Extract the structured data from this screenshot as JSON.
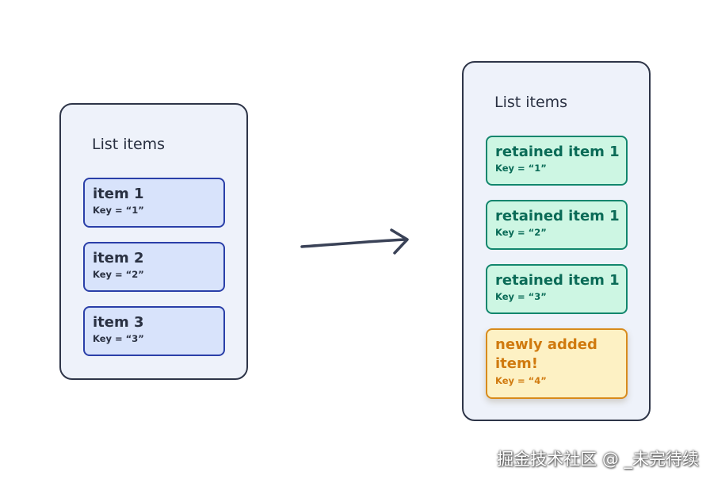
{
  "before": {
    "title": "List items",
    "items": [
      {
        "label": "item 1",
        "key": "Key = “1”"
      },
      {
        "label": "item 2",
        "key": "Key = “2”"
      },
      {
        "label": "item 3",
        "key": "Key = “3”"
      }
    ]
  },
  "after": {
    "title": "List items",
    "items": [
      {
        "label": "retained item 1",
        "key": "Key = “1”"
      },
      {
        "label": "retained item 1",
        "key": "Key = “2”"
      },
      {
        "label": "retained item 1",
        "key": "Key = “3”"
      },
      {
        "label": "newly added item!",
        "key": "Key = “4”"
      }
    ]
  },
  "watermark": "掘金技术社区 @ _未完待续",
  "colors": {
    "panel_fill": "#eef2fa",
    "panel_border": "#2e3548",
    "before_item_fill": "#d8e3fb",
    "before_item_border": "#2a3fa8",
    "retained_item_fill": "#cdf6e3",
    "retained_item_border": "#12866d",
    "new_item_fill": "#fdf1c4",
    "new_item_border": "#d88b1c",
    "arrow": "#3a4257"
  }
}
